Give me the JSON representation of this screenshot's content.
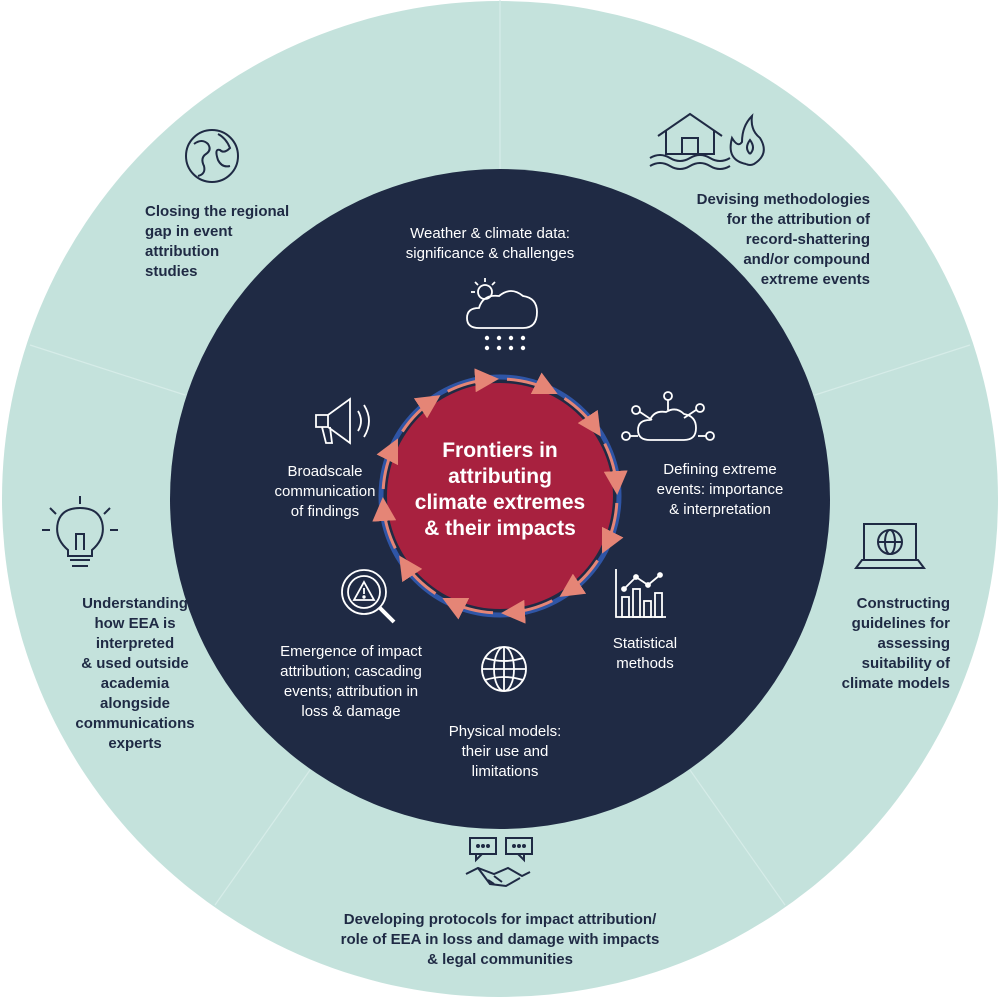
{
  "center": {
    "title_lines": [
      "Frontiers in",
      "attributing",
      "climate extremes",
      "& their impacts"
    ]
  },
  "inner_topics": [
    {
      "icon": "weather-cloud-rain-icon",
      "lines": [
        "Weather & climate data:",
        "significance & challenges"
      ]
    },
    {
      "icon": "network-cloud-icon",
      "lines": [
        "Defining extreme",
        "events: importance",
        "& interpretation"
      ]
    },
    {
      "icon": "bar-line-chart-icon",
      "lines": [
        "Statistical",
        "methods"
      ]
    },
    {
      "icon": "globe-grid-icon",
      "lines": [
        "Physical models:",
        "their use and",
        "limitations"
      ]
    },
    {
      "icon": "warning-magnifier-icon",
      "lines": [
        "Emergence of impact",
        "attribution; cascading",
        "events; attribution in",
        "loss & damage"
      ]
    },
    {
      "icon": "megaphone-icon",
      "lines": [
        "Broadscale",
        "communication",
        "of findings"
      ]
    }
  ],
  "outer_topics": [
    {
      "icon": "earth-globe-icon",
      "lines": [
        "Closing the regional",
        "gap in event",
        "attribution",
        "studies"
      ]
    },
    {
      "icon": "flood-fire-icon",
      "lines": [
        "Devising methodologies",
        "for the attribution of",
        "record-shattering",
        "and/or compound",
        "extreme events"
      ]
    },
    {
      "icon": "laptop-globe-icon",
      "lines": [
        "Constructing",
        "guidelines for",
        "assessing",
        "suitability of",
        "climate models"
      ]
    },
    {
      "icon": "handshake-chat-icon",
      "lines": [
        "Developing protocols for impact attribution/",
        "role of EEA in loss and damage with impacts",
        "& legal communities"
      ]
    },
    {
      "icon": "lightbulb-icon",
      "lines": [
        "Understanding",
        "how EEA is",
        "interpreted",
        "& used outside",
        "academia",
        "alongside",
        "communications",
        "experts"
      ]
    }
  ],
  "colors": {
    "outer_ring": "#c4e2dc",
    "inner_disc": "#1f2a44",
    "center_disc": "#a8213f",
    "arrow": "#e58576",
    "center_outline": "#2f55a6"
  }
}
